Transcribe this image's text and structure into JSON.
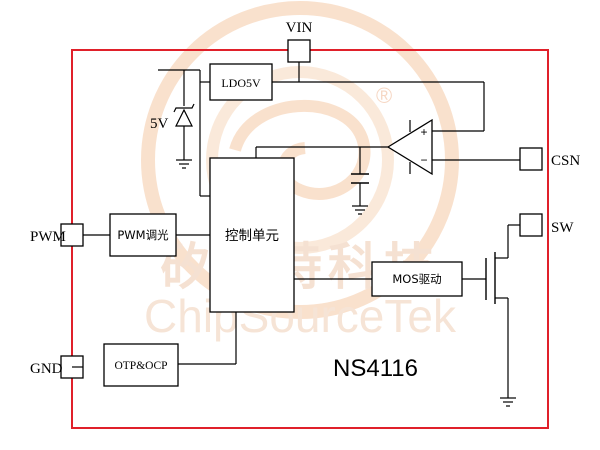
{
  "chip": {
    "part_number": "NS4116",
    "border_color": "#e0202a"
  },
  "pins": {
    "vin": "VIN",
    "pwm": "PWM",
    "gnd": "GND",
    "csn": "CSN",
    "sw": "SW"
  },
  "blocks": {
    "ldo": "LDO5V",
    "pwm_dimming": "PWM调光",
    "control_unit": "控制单元",
    "mos_driver": "MOS驱动",
    "protection": "OTP&OCP"
  },
  "labels": {
    "zener_voltage": "5V",
    "opamp_plus": "+",
    "opamp_minus": "−"
  },
  "watermark": {
    "chinese": "矽源特科技",
    "english": "ChipSourceTek",
    "registered": "®",
    "color": "#f5c9a6"
  }
}
